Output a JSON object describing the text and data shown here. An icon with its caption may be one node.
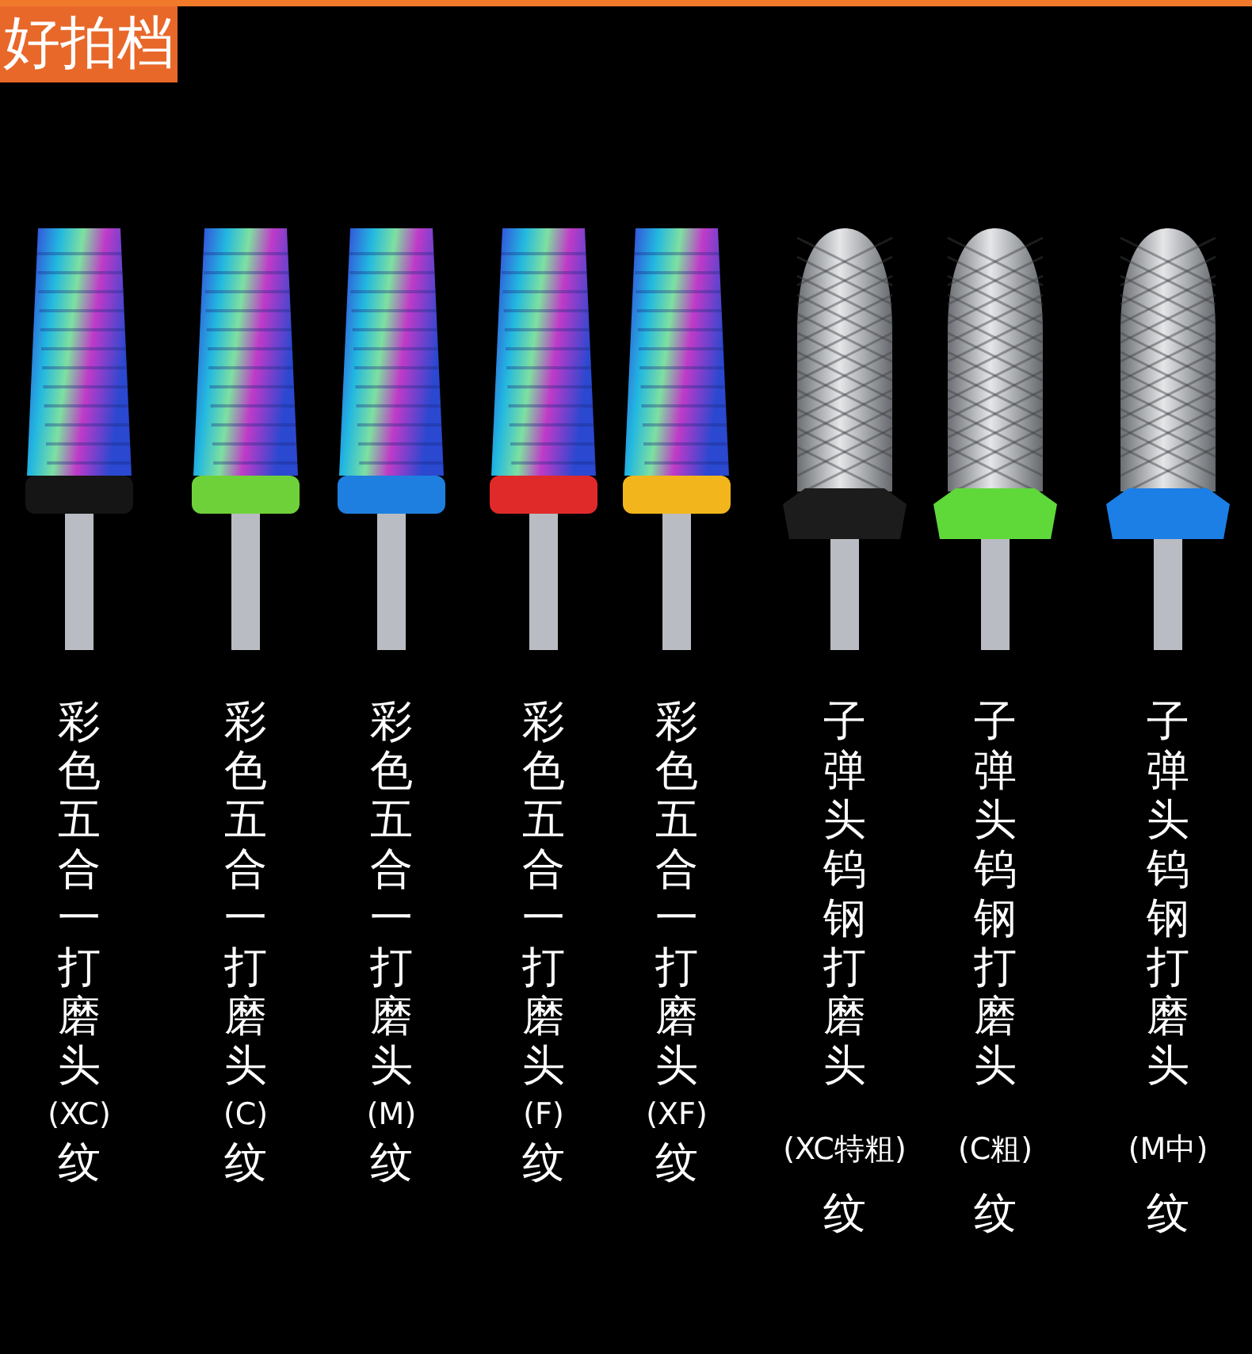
{
  "diagram": {
    "title": "好拍档",
    "nodes": [
      {
        "text": [
          "彩色五合一打磨头",
          "(XC)",
          "纹"
        ]
      },
      {
        "text": [
          "彩色五合一打磨头",
          "(C)",
          "纹"
        ]
      },
      {
        "text": [
          "彩色五合一打磨头",
          "(M)",
          "纹"
        ]
      },
      {
        "text": [
          "彩色五合一打磨头",
          "(F)",
          "纹"
        ]
      },
      {
        "text": [
          "彩色五合一打磨头",
          "(XF)",
          "纹"
        ]
      },
      {
        "text": [
          "子弹头钨钢打磨头",
          "(XC特粗)",
          "纹"
        ]
      },
      {
        "text": [
          "子弹头钨钢打磨头",
          "(C粗)",
          "纹"
        ]
      },
      {
        "text": [
          "子弹头钨钢打磨头",
          "(M中)",
          "纹"
        ]
      }
    ]
  }
}
